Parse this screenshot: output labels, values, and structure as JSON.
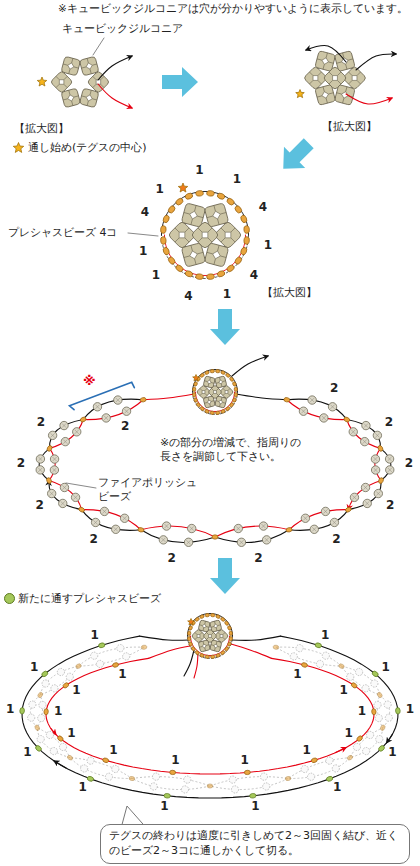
{
  "diagram": {
    "nodes": [
      {
        "text": [
          "テグスの終わりは適度に引きしめて2～3回固く結び、近くのビーズ2～3コに通しかくして切る。"
        ]
      }
    ],
    "labels": [
      "※キュービックジルコニアは穴が分かりやすいように表示しています。",
      "キュービックジルコニア",
      "【拡大図】",
      "【拡大図】",
      "プレシャスビーズ 4コ",
      "2",
      "1",
      "1",
      "4",
      "1",
      "4",
      "1",
      "4",
      "1",
      "1",
      "4",
      "1",
      "【拡大図】",
      "※",
      "※の部分の増減で、指周りの長さを調節して下さい。",
      "2",
      "2",
      "2",
      "2",
      "2",
      "2",
      "2",
      "2",
      "2",
      "2",
      "2",
      "2",
      "ファイアポリッシュ ビーズ",
      "1",
      "1",
      "1",
      "1",
      "1",
      "1",
      "1",
      "1",
      "1",
      "1",
      "1",
      "1",
      "1",
      "1",
      "1",
      "1",
      "1",
      "1",
      "1",
      "1",
      "1",
      "1",
      "1",
      "1"
    ],
    "legend": [
      {
        "text": "通し始め(テグスの中心)"
      },
      {
        "text": "新たに通すプレシャスビーズ",
        "color": "#a5c85a"
      }
    ]
  }
}
